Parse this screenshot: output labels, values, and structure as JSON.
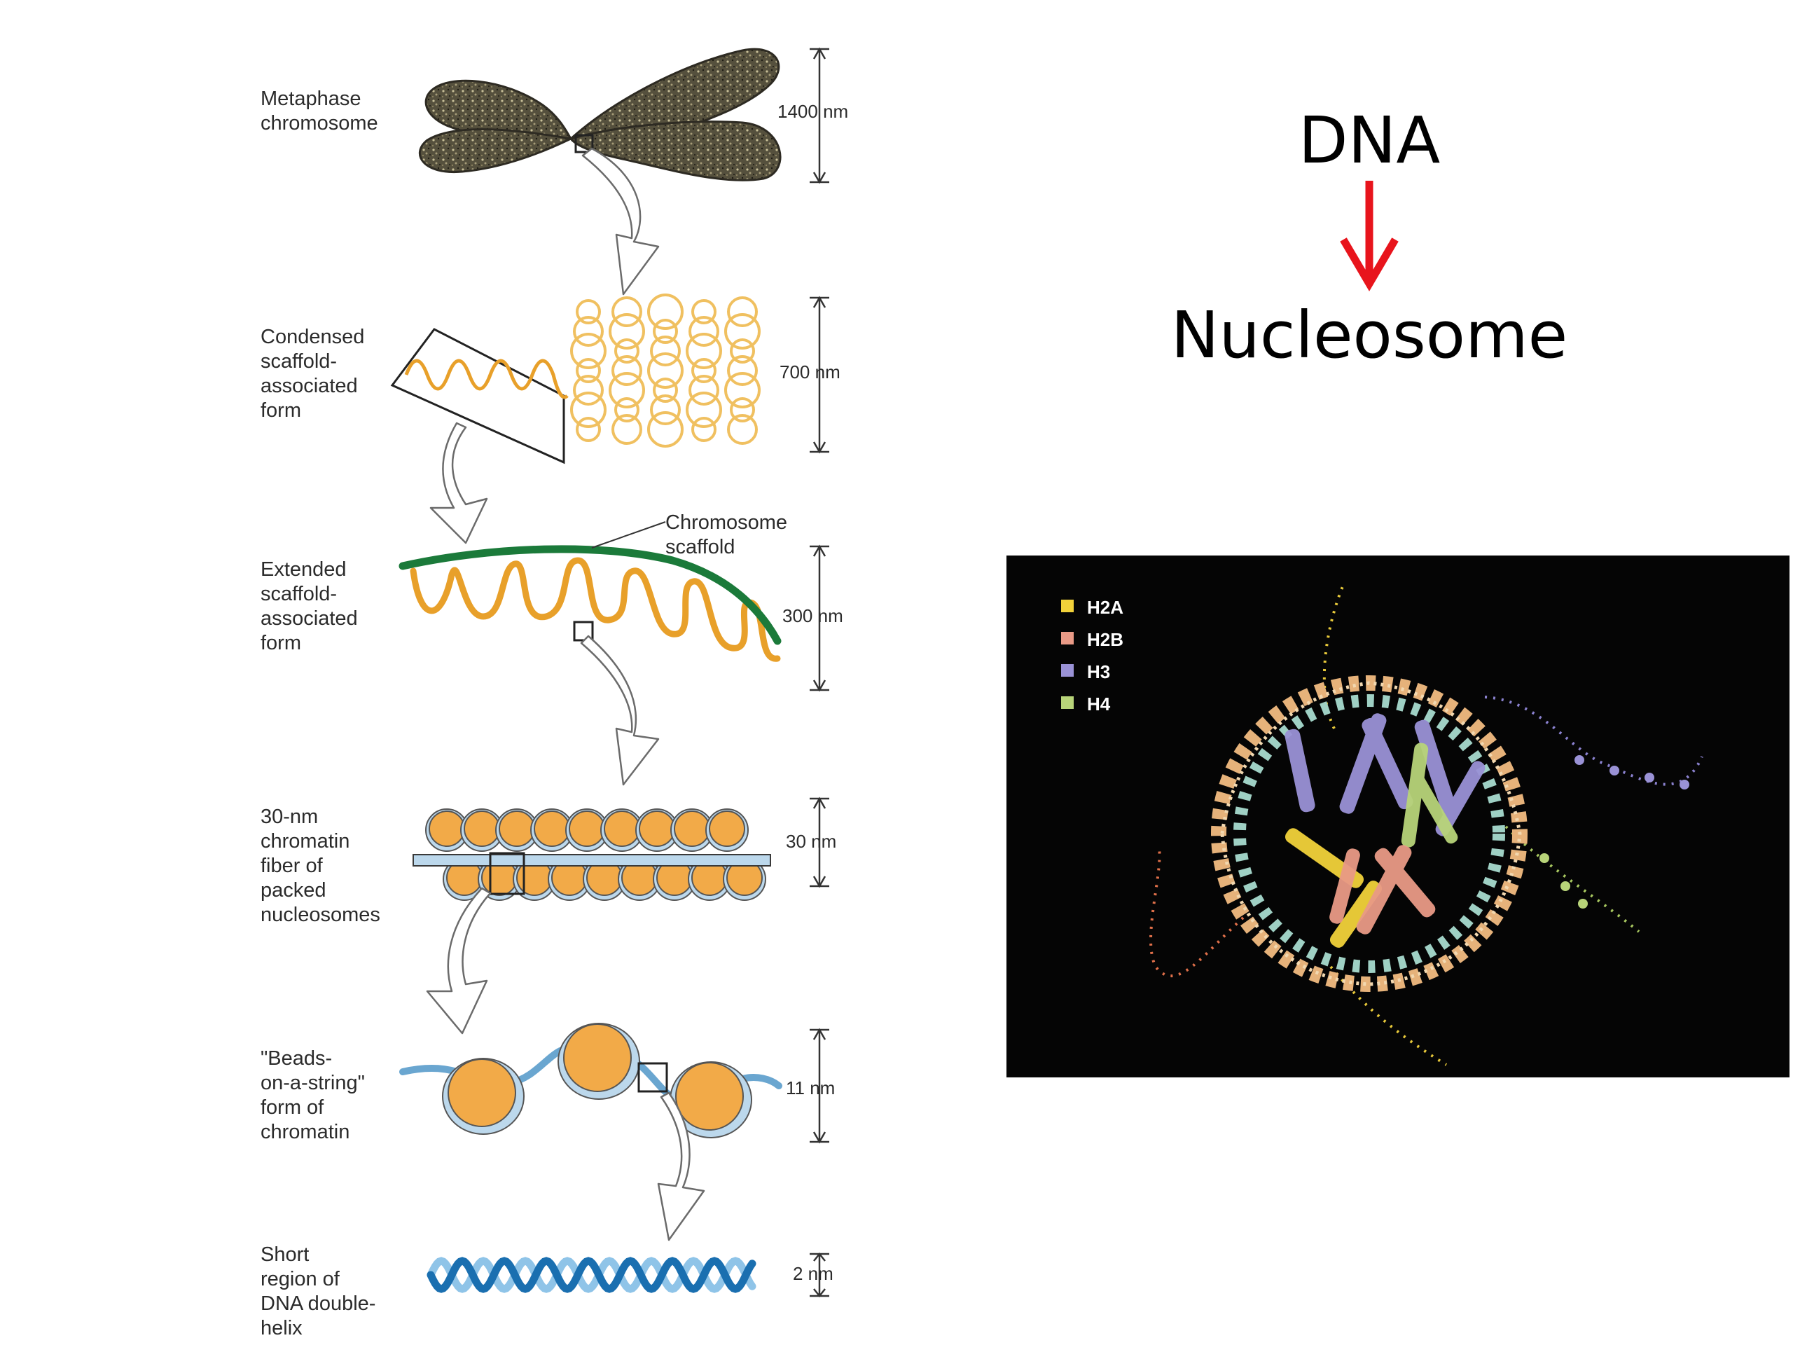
{
  "diagram": {
    "stages": [
      {
        "label_lines": [
          "Metaphase",
          "chromosome"
        ],
        "dimension": "1400 nm"
      },
      {
        "label_lines": [
          "Condensed",
          "scaffold-",
          "associated",
          "form"
        ],
        "dimension": "700 nm"
      },
      {
        "label_lines": [
          "Extended",
          "scaffold-",
          "associated",
          "form"
        ],
        "dimension": "300 nm"
      },
      {
        "label_lines": [
          "30-nm",
          "chromatin",
          "fiber of",
          "packed",
          "nucleosomes"
        ],
        "dimension": "30 nm"
      },
      {
        "label_lines": [
          "\"Beads-",
          "on-a-string\"",
          "form of",
          "chromatin"
        ],
        "dimension": "11 nm"
      },
      {
        "label_lines": [
          "Short",
          "region of",
          "DNA double-",
          "helix"
        ],
        "dimension": "2 nm"
      }
    ],
    "scaffold_label_lines": [
      "Chromosome",
      "scaffold"
    ]
  },
  "flow": {
    "from": "DNA",
    "to": "Nucleosome",
    "arrow_color": "#e8141c"
  },
  "structure_legend": [
    {
      "label": "H2A",
      "color": "#f2d23a"
    },
    {
      "label": "H2B",
      "color": "#e99a86"
    },
    {
      "label": "H3",
      "color": "#9a92d6"
    },
    {
      "label": "H4",
      "color": "#b8d479"
    }
  ],
  "colors": {
    "chromosome": "#4a4232",
    "loop_light": "#f0c060",
    "loop_strong": "#e8a02a",
    "scaffold": "#1b7a3a",
    "bead": "#f2aa48",
    "dna_dark": "#1a6fb0",
    "dna_light": "#8fc4e8",
    "panel_bg": "#050505"
  }
}
